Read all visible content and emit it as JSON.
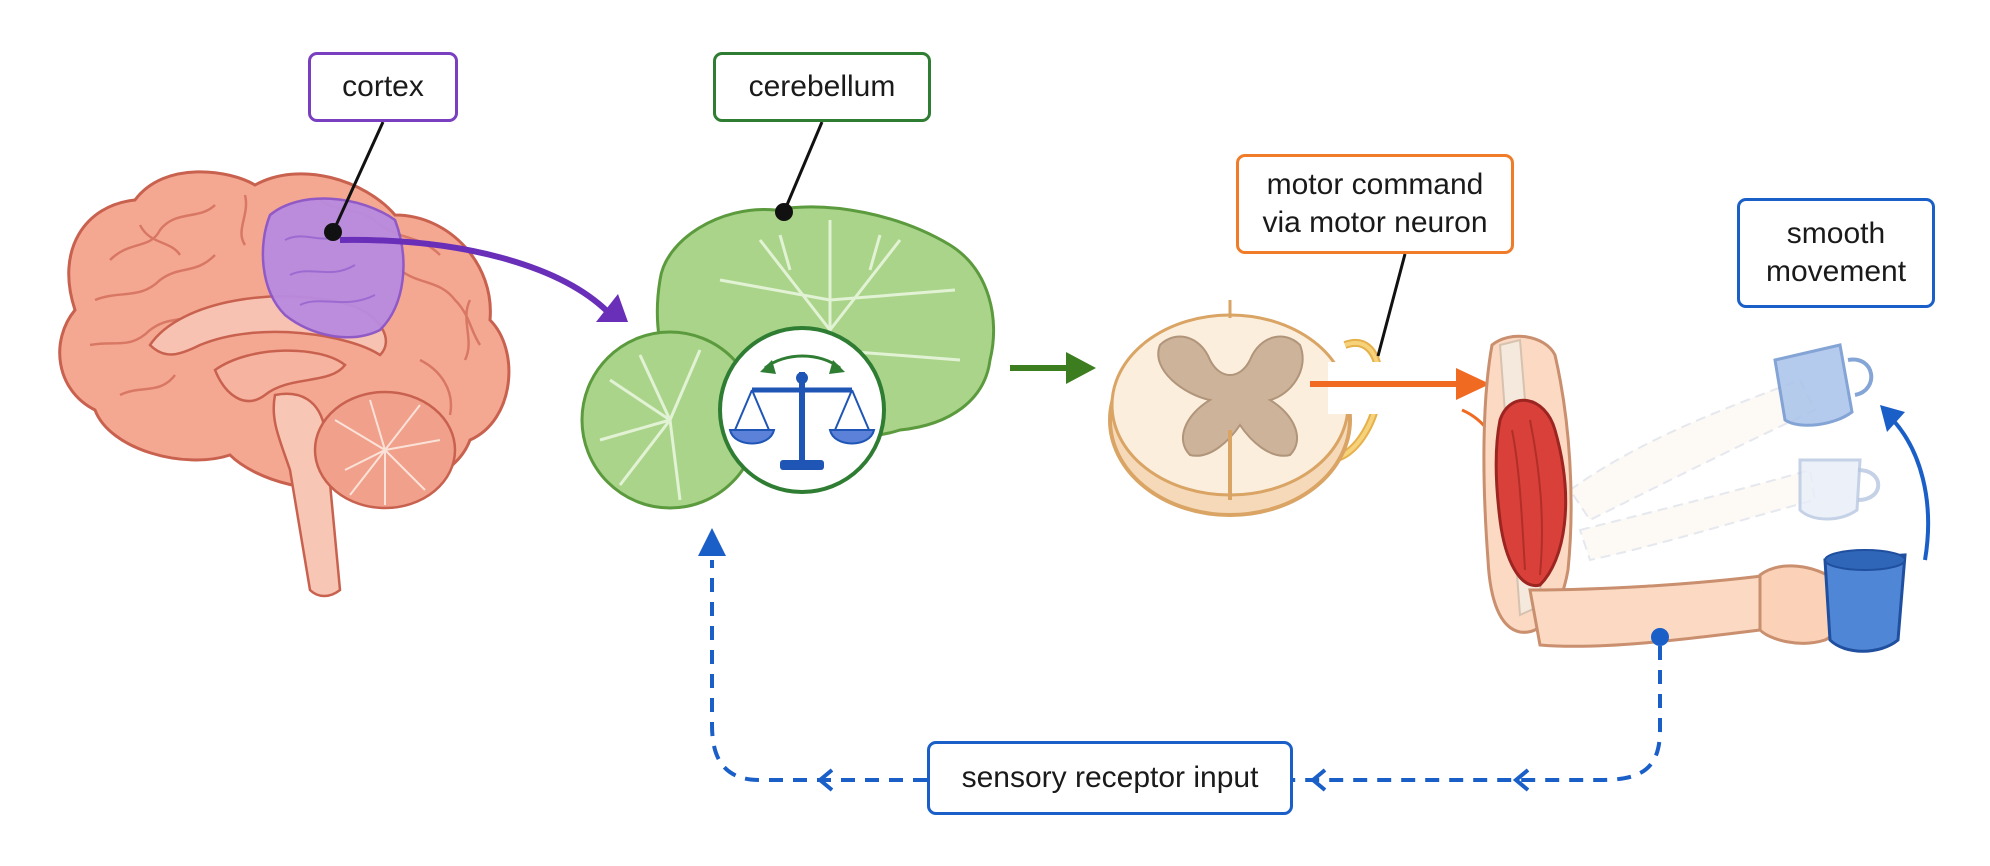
{
  "labels": {
    "cortex": "cortex",
    "cerebellum": "cerebellum",
    "motor_command": "motor command\nvia motor neuron",
    "smooth_movement": "smooth\nmovement",
    "sensory_input": "sensory receptor input"
  },
  "colors": {
    "cortex": "#7a3fc0",
    "cerebellum": "#2e7d32",
    "motor_command": "#f07c2a",
    "smooth_movement": "#1a5fc8",
    "sensory_input": "#1a5fc8",
    "brain": "#f2a08e",
    "cerebellum_fill": "#a9d48a",
    "muscle": "#d93a35",
    "cup": "#4f86d6"
  },
  "icons": [
    "brain-illustration",
    "cerebellum-illustration",
    "balance-scale-icon",
    "spinal-cord-cross-section",
    "arm-muscle-illustration",
    "cup-icon"
  ]
}
